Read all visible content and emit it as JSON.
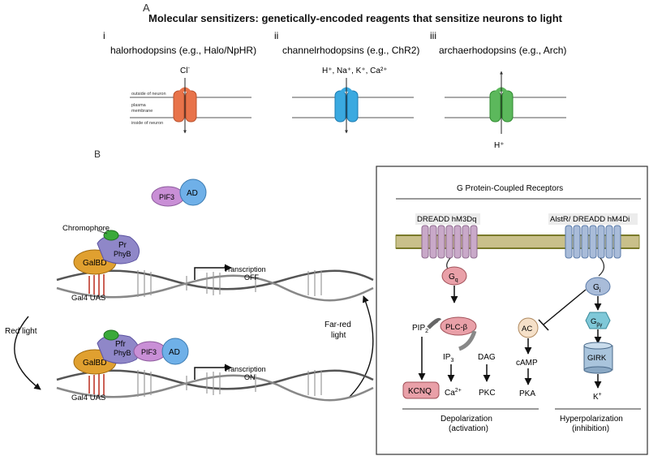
{
  "panel_a": {
    "letter": "A",
    "title": "Molecular sensitizers:  genetically-encoded reagents that sensitize neurons to light",
    "columns": [
      {
        "numeral": "i",
        "name": "halorhodopsins (e.g., Halo/NpHR)",
        "ion": "Cl",
        "ion_sup": "-",
        "color": "#e8734a"
      },
      {
        "numeral": "ii",
        "name": "channelrhodopsins (e.g., ChR2)",
        "ion": "H⁺, Na⁺, K⁺, Ca²⁺",
        "color": "#3aa9e0"
      },
      {
        "numeral": "iii",
        "name": "archaerhodopsins (e.g., Arch)",
        "ion": "H⁺",
        "color": "#5cb85c"
      }
    ],
    "membrane_labels": {
      "outside": "outside of neuron",
      "membrane_line1": "plasma",
      "membrane_line2": "membrane",
      "inside": "inside of neuron"
    },
    "next_letter": "B"
  },
  "panel_b": {
    "top": {
      "pif3": "PIF3",
      "ad": "AD",
      "chromophore": "Chromophore",
      "pr": "Pr",
      "phyb": "PhyB",
      "galbd": "GalBD",
      "transcription": "Transcription",
      "state": "OFF",
      "uas": "Gal4 UAS"
    },
    "bottom": {
      "pif3": "PIF3",
      "ad": "AD",
      "pfr": "Pfr",
      "phyb": "PhyB",
      "galbd": "GalBD",
      "transcription": "Transcription",
      "state": "ON",
      "uas": "Gal4 UAS"
    },
    "red_light": "Red light",
    "far_red_line1": "Far-red",
    "far_red_line2": "light"
  },
  "gpcr": {
    "title": "G Protein-Coupled Receptors",
    "left_receptor": "DREADD hM3Dq",
    "right_receptor": "AlstR/ DREADD hM4Di",
    "gq": "G",
    "gq_sub": "q",
    "gi": "G",
    "gi_sub": "i",
    "gby": "G",
    "gby_sub": "βγ",
    "pip2": "PIP",
    "pip2_sub": "2",
    "plc": "PLC-β",
    "ip3": "IP",
    "ip3_sub": "3",
    "dag": "DAG",
    "ac": "AC",
    "camp": "cAMP",
    "girk": "GIRK",
    "kcnq": "KCNQ",
    "ca": "Ca",
    "ca_sup": "2+",
    "pkc": "PKC",
    "pka": "PKA",
    "k": "K",
    "k_sup": "+",
    "depol_line1": "Depolarization",
    "depol_line2": "(activation)",
    "hyper_line1": "Hyperpolarization",
    "hyper_line2": "(inhibition)"
  },
  "colors": {
    "halo": "#e8734a",
    "chr2": "#3aa9e0",
    "arch": "#5cb85c",
    "hm3dq": "#c9a9c9",
    "hm4di": "#a9bcd9",
    "membrane": "#8a8a3a",
    "galbd": "#e0a030",
    "phyb": "#8f87c8",
    "pif3": "#c98fd6",
    "ad": "#6fb0e8"
  }
}
